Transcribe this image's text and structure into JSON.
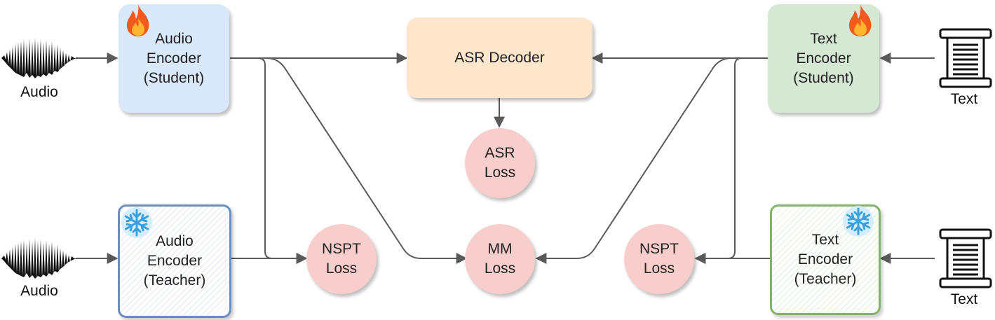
{
  "inputs": {
    "audio_top": "Audio",
    "audio_bottom": "Audio",
    "text_top": "Text",
    "text_bottom": "Text"
  },
  "blocks": {
    "audio_student": [
      "Audio",
      "Encoder",
      "(Student)"
    ],
    "audio_teacher": [
      "Audio",
      "Encoder",
      "(Teacher)"
    ],
    "asr_decoder": "ASR Decoder",
    "text_student": [
      "Text",
      "Encoder",
      "(Student)"
    ],
    "text_teacher": [
      "Text",
      "Encoder",
      "(Teacher)"
    ]
  },
  "losses": {
    "asr": [
      "ASR",
      "Loss"
    ],
    "nspt_left": [
      "NSPT",
      "Loss"
    ],
    "mm": [
      "MM",
      "Loss"
    ],
    "nspt_right": [
      "NSPT",
      "Loss"
    ]
  },
  "icons": {
    "trainable": "fire-icon",
    "frozen": "snowflake-icon",
    "audio": "waveform-icon",
    "text": "scroll-icon"
  },
  "colors": {
    "audio_student": "#dae8fc",
    "asr_decoder": "#ffe6cc",
    "text_student": "#d5e8d4",
    "loss": "#f8cecc",
    "audio_teacher_border": "#6c8ebf",
    "text_teacher_border": "#82b366",
    "arrow": "#595959"
  }
}
